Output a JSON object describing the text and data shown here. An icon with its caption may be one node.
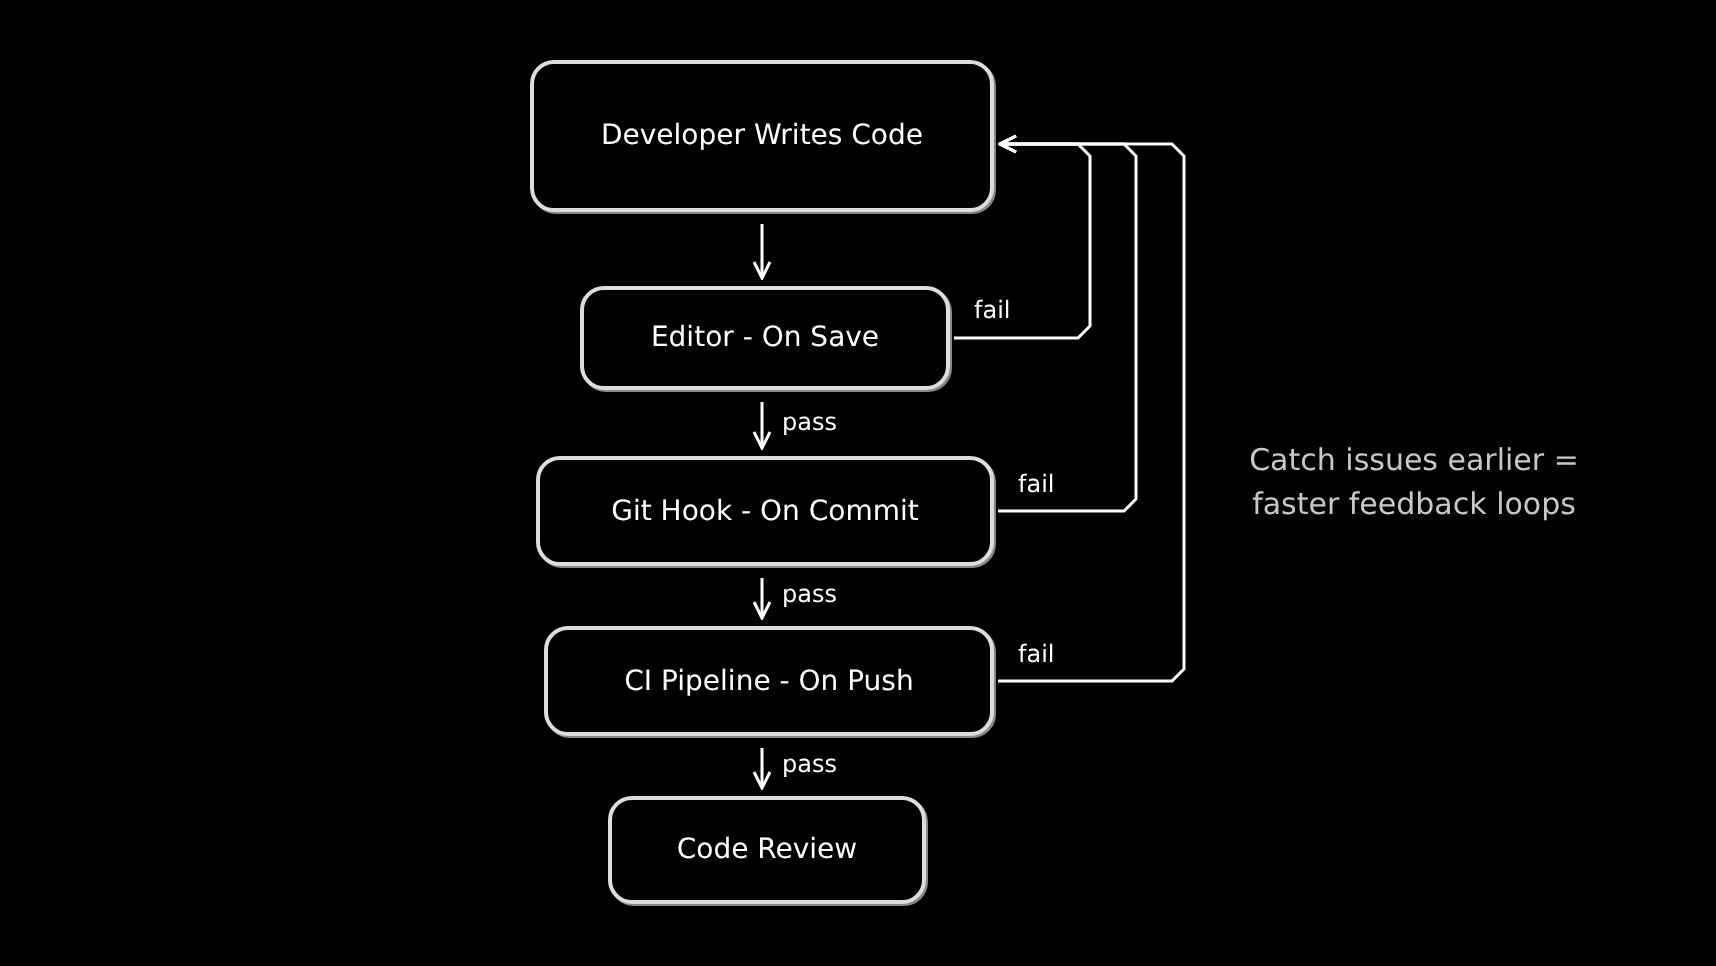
{
  "diagram": {
    "nodes": [
      {
        "text": [
          "Developer Writes Code"
        ]
      },
      {
        "text": [
          "Editor - On Save"
        ]
      },
      {
        "text": [
          "Git Hook - On Commit"
        ]
      },
      {
        "text": [
          "CI Pipeline - On Push"
        ]
      },
      {
        "text": [
          "Code Review"
        ]
      }
    ],
    "edges": [
      {
        "from": 0,
        "to": 1,
        "arrow": "to"
      },
      {
        "from": 1,
        "to": 2,
        "arrow": "to",
        "label": "pass"
      },
      {
        "from": 2,
        "to": 3,
        "arrow": "to",
        "label": "pass"
      },
      {
        "from": 3,
        "to": 4,
        "arrow": "to",
        "label": "pass"
      },
      {
        "from": 1,
        "to": 0,
        "arrow": "to",
        "label": "fail"
      },
      {
        "from": 2,
        "to": 0,
        "arrow": "to",
        "label": "fail"
      },
      {
        "from": 3,
        "to": 0,
        "arrow": "to",
        "label": "fail"
      }
    ],
    "labels": [
      "Catch issues earlier = faster feedback loops"
    ]
  }
}
